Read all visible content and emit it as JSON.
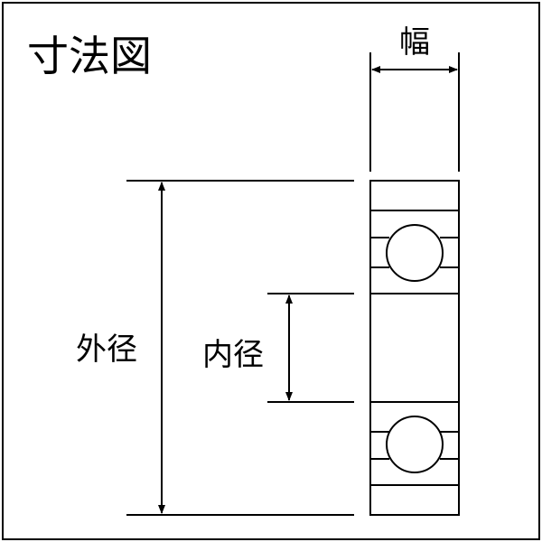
{
  "diagram": {
    "title": "寸法図",
    "labels": {
      "width": "幅",
      "outer_diameter": "外径",
      "inner_diameter": "内径"
    },
    "colors": {
      "stroke": "#000000",
      "background": "#ffffff"
    }
  }
}
